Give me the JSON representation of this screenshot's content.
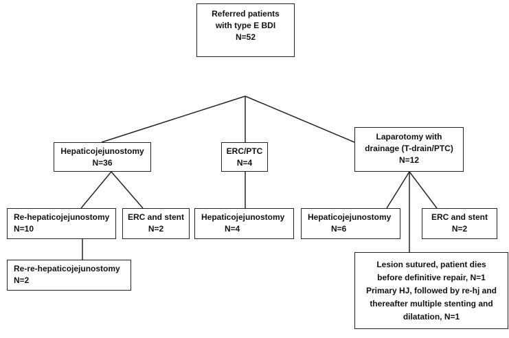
{
  "flowchart": {
    "root": {
      "lines": [
        "Referred patients",
        "with type E BDI",
        "N=52"
      ]
    },
    "level1": {
      "hepaticojejunostomy": {
        "lines": [
          "Hepaticojejunostomy",
          "N=36"
        ]
      },
      "erc_ptc": {
        "lines": [
          "ERC/PTC",
          "N=4"
        ]
      },
      "laparotomy": {
        "lines": [
          "Laparotomy with",
          "drainage (T-drain/PTC)",
          "N=12"
        ]
      }
    },
    "level2": {
      "re_hepaticojejunostomy": {
        "lines": [
          "Re-hepaticojejunostomy",
          "N=10"
        ]
      },
      "erc_stent_a": {
        "lines": [
          "ERC and stent",
          "N=2"
        ]
      },
      "hepaticojejunostomy_from_erc": {
        "lines": [
          "Hepaticojejunostomy",
          "N=4"
        ]
      },
      "hepaticojejunostomy_from_lap": {
        "lines": [
          "Hepaticojejunostomy",
          "N=6"
        ]
      },
      "erc_stent_b": {
        "lines": [
          "ERC and stent",
          "N=2"
        ]
      }
    },
    "level3": {
      "re_re_hepaticojejunostomy": {
        "lines": [
          "Re-re-hepaticojejunostomy",
          "N=2"
        ]
      },
      "lesion_sutured": {
        "lines": [
          "Lesion sutured, patient dies",
          "before definitive repair, N=1",
          "Primary HJ, followed by re-hj and",
          "thereafter multiple stenting and",
          "dilatation, N=1"
        ]
      }
    }
  }
}
